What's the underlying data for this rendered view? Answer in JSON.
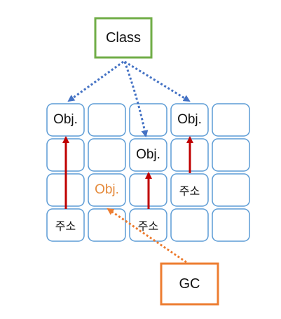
{
  "class_box": {
    "label": "Class",
    "border_color": "#70ad47"
  },
  "gc_box": {
    "label": "GC",
    "border_color": "#ed7d31"
  },
  "grid": {
    "rows": 4,
    "cols": 5,
    "cell_border_color": "#5b9bd5",
    "cells": [
      {
        "row": 0,
        "col": 0,
        "text": "Obj.",
        "kind": "object"
      },
      {
        "row": 0,
        "col": 3,
        "text": "Obj.",
        "kind": "object"
      },
      {
        "row": 1,
        "col": 2,
        "text": "Obj.",
        "kind": "object"
      },
      {
        "row": 2,
        "col": 1,
        "text": "Obj.",
        "kind": "orphan-object"
      },
      {
        "row": 2,
        "col": 3,
        "text": "주소",
        "kind": "address"
      },
      {
        "row": 3,
        "col": 0,
        "text": "주소",
        "kind": "address"
      },
      {
        "row": 3,
        "col": 2,
        "text": "주소",
        "kind": "address"
      }
    ]
  },
  "colors": {
    "class_arrows": "#4472c4",
    "reference_arrows": "#c00000",
    "gc_arrow": "#ed7d31",
    "orphan_object_text": "#e58a3b"
  }
}
